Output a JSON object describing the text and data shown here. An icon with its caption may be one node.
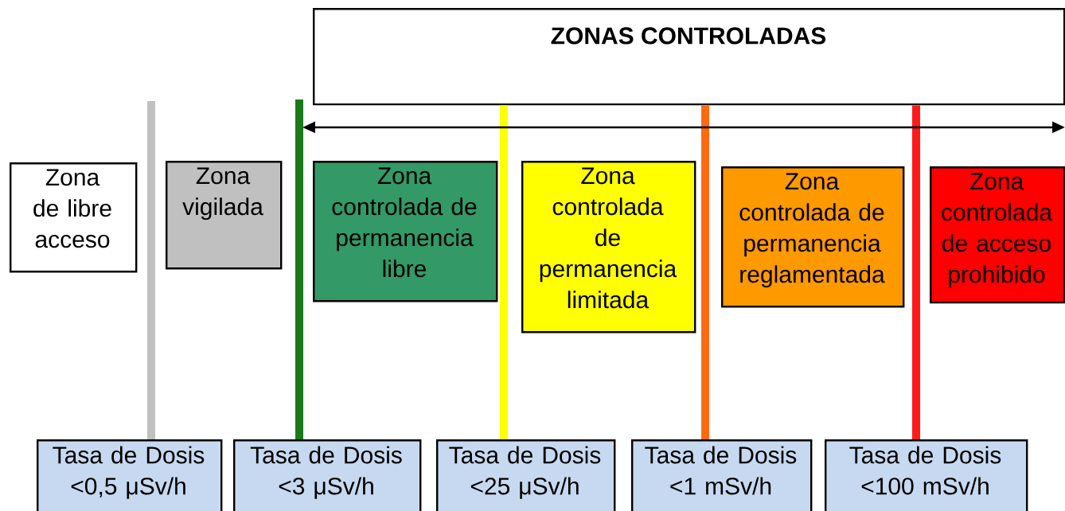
{
  "diagram": {
    "nodes": [
      {
        "text": [
          "ZONAS CONTROLADAS"
        ]
      },
      {
        "text": [
          "Zona de libre acceso"
        ]
      },
      {
        "text": [
          "Zona vigilada"
        ]
      },
      {
        "text": [
          "Zona controlada de permanencia libre"
        ]
      },
      {
        "text": [
          "Zona controlada de permanencia limitada"
        ]
      },
      {
        "text": [
          "Zona controlada de permanencia reglamentada"
        ]
      },
      {
        "text": [
          "Zona controlada de acceso prohibido"
        ]
      },
      {
        "text": [
          "Tasa de Dosis <0,5 μSv/h"
        ]
      },
      {
        "text": [
          "Tasa de Dosis <3 μSv/h"
        ]
      },
      {
        "text": [
          "Tasa de Dosis <25 μSv/h"
        ]
      },
      {
        "text": [
          "Tasa de Dosis <1 mSv/h"
        ]
      },
      {
        "text": [
          "Tasa de Dosis <100 mSv/h"
        ]
      }
    ],
    "edges": [
      {
        "from": null,
        "to": 7,
        "arrow": "none",
        "color": "#c0c0c0"
      },
      {
        "from": null,
        "to": 8,
        "arrow": "none",
        "color": "#1a7a1a"
      },
      {
        "from": 0,
        "to": 9,
        "arrow": "none",
        "color": "#ffff00"
      },
      {
        "from": 0,
        "to": 10,
        "arrow": "none",
        "color": "#ff6a10"
      },
      {
        "from": 0,
        "to": 11,
        "arrow": "none",
        "color": "#ff1a1a"
      }
    ]
  }
}
